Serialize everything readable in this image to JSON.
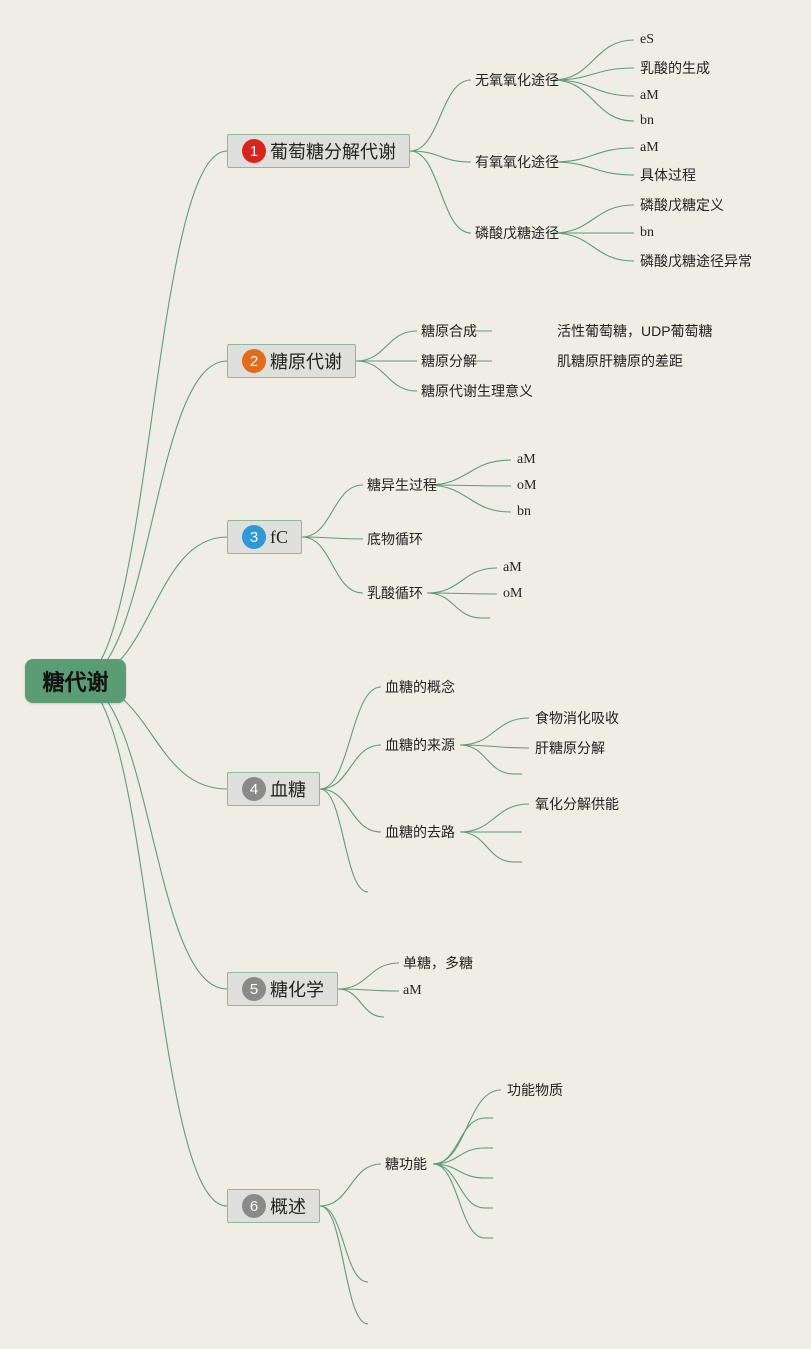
{
  "root": {
    "title": "糖代谢"
  },
  "colors": {
    "background": "#efede4",
    "root": "#5a9c73",
    "line": "#5f9c7c",
    "badge1": "#d9241b",
    "badge2": "#e36b1c",
    "badge3": "#2e98d9",
    "badge_gray": "#8a8a8a"
  },
  "branches": [
    {
      "num": "1",
      "label": "葡萄糖分解代谢",
      "children": [
        {
          "label": "无氧氧化途径",
          "children": [
            "eS",
            "乳酸的生成",
            "aM",
            "bn"
          ]
        },
        {
          "label": "有氧氧化途径",
          "children": [
            "aM",
            "具体过程"
          ]
        },
        {
          "label": "磷酸戊糖途径",
          "children": [
            "磷酸戊糖定义",
            "bn",
            "磷酸戊糖途径异常"
          ]
        }
      ]
    },
    {
      "num": "2",
      "label": "糖原代谢",
      "children": [
        {
          "label": "糖原合成",
          "children": [
            "活性葡萄糖，UDP葡萄糖"
          ]
        },
        {
          "label": "糖原分解",
          "children": [
            "肌糖原肝糖原的差距"
          ]
        },
        {
          "label": "糖原代谢生理意义",
          "children": []
        }
      ]
    },
    {
      "num": "3",
      "label": "fC",
      "children": [
        {
          "label": "糖异生过程",
          "children": [
            "aM",
            "oM",
            "bn"
          ]
        },
        {
          "label": "底物循环",
          "children": []
        },
        {
          "label": "乳酸循环",
          "children": [
            "aM",
            "oM",
            ""
          ]
        }
      ]
    },
    {
      "num": "4",
      "label": "血糖",
      "children": [
        {
          "label": "血糖的概念",
          "children": []
        },
        {
          "label": "血糖的来源",
          "children": [
            "食物消化吸收",
            "肝糖原分解",
            ""
          ]
        },
        {
          "label": "血糖的去路",
          "children": [
            "氧化分解供能",
            "",
            ""
          ]
        },
        {
          "label": "",
          "children": []
        }
      ]
    },
    {
      "num": "5",
      "label": "糖化学",
      "children": [
        {
          "label": "单糖，多糖",
          "children": []
        },
        {
          "label": "aM",
          "children": []
        },
        {
          "label": "",
          "children": []
        }
      ]
    },
    {
      "num": "6",
      "label": "概述",
      "children": [
        {
          "label": "糖功能",
          "children": [
            "功能物质",
            "",
            "",
            "",
            "",
            ""
          ]
        },
        {
          "label": "",
          "children": []
        },
        {
          "label": "",
          "children": []
        }
      ]
    }
  ]
}
